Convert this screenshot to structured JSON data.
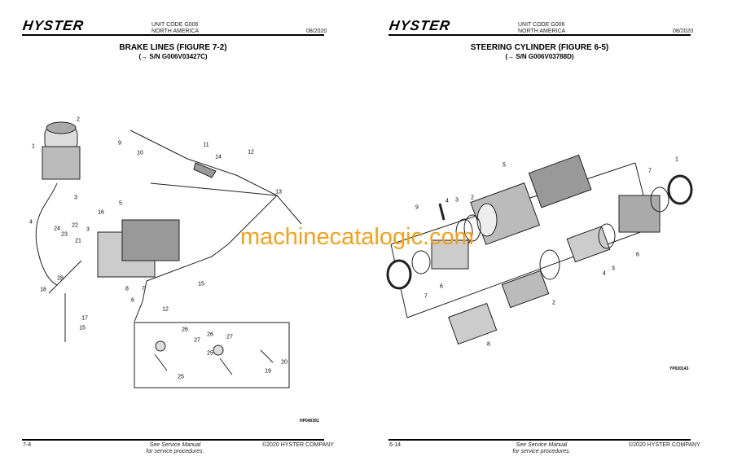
{
  "left_page": {
    "brand": "HYSTER",
    "unit_code": "UNIT CODE G006",
    "region": "NORTH AMERICA",
    "date": "08/2020",
    "title": "BRAKE LINES (FIGURE 7-2)",
    "subtitle": "(→ S/N G006V03427C)",
    "figure_id": "HP040391",
    "callouts": [
      "2",
      "1",
      "9",
      "10",
      "11",
      "14",
      "12",
      "3",
      "13",
      "5",
      "4",
      "22",
      "16",
      "24",
      "23",
      "3",
      "21",
      "28",
      "8",
      "7",
      "6",
      "15",
      "12",
      "18",
      "17",
      "15",
      "26",
      "27",
      "26",
      "27",
      "25",
      "20",
      "19",
      "25"
    ],
    "page_number": "7-4",
    "note_line1": "See Service Manual",
    "note_line2": "for service procedures.",
    "copyright": "©2020 HYSTER COMPANY"
  },
  "right_page": {
    "brand": "HYSTER",
    "unit_code": "UNIT CODE G006",
    "region": "NORTH AMERICA",
    "date": "08/2020",
    "title": "STEERING CYLINDER (FIGURE 6-5)",
    "subtitle": "(→ S/N G006V03788D)",
    "figure_id": "YP020143",
    "callouts": [
      "5",
      "9",
      "4",
      "3",
      "2",
      "1",
      "7",
      "6",
      "4",
      "3",
      "7",
      "6",
      "2",
      "8"
    ],
    "page_number": "6-14",
    "note_line1": "See Service Manual",
    "note_line2": "for service procedures.",
    "copyright": "©2020 HYSTER COMPANY"
  },
  "watermark": "machinecatalogic.com"
}
